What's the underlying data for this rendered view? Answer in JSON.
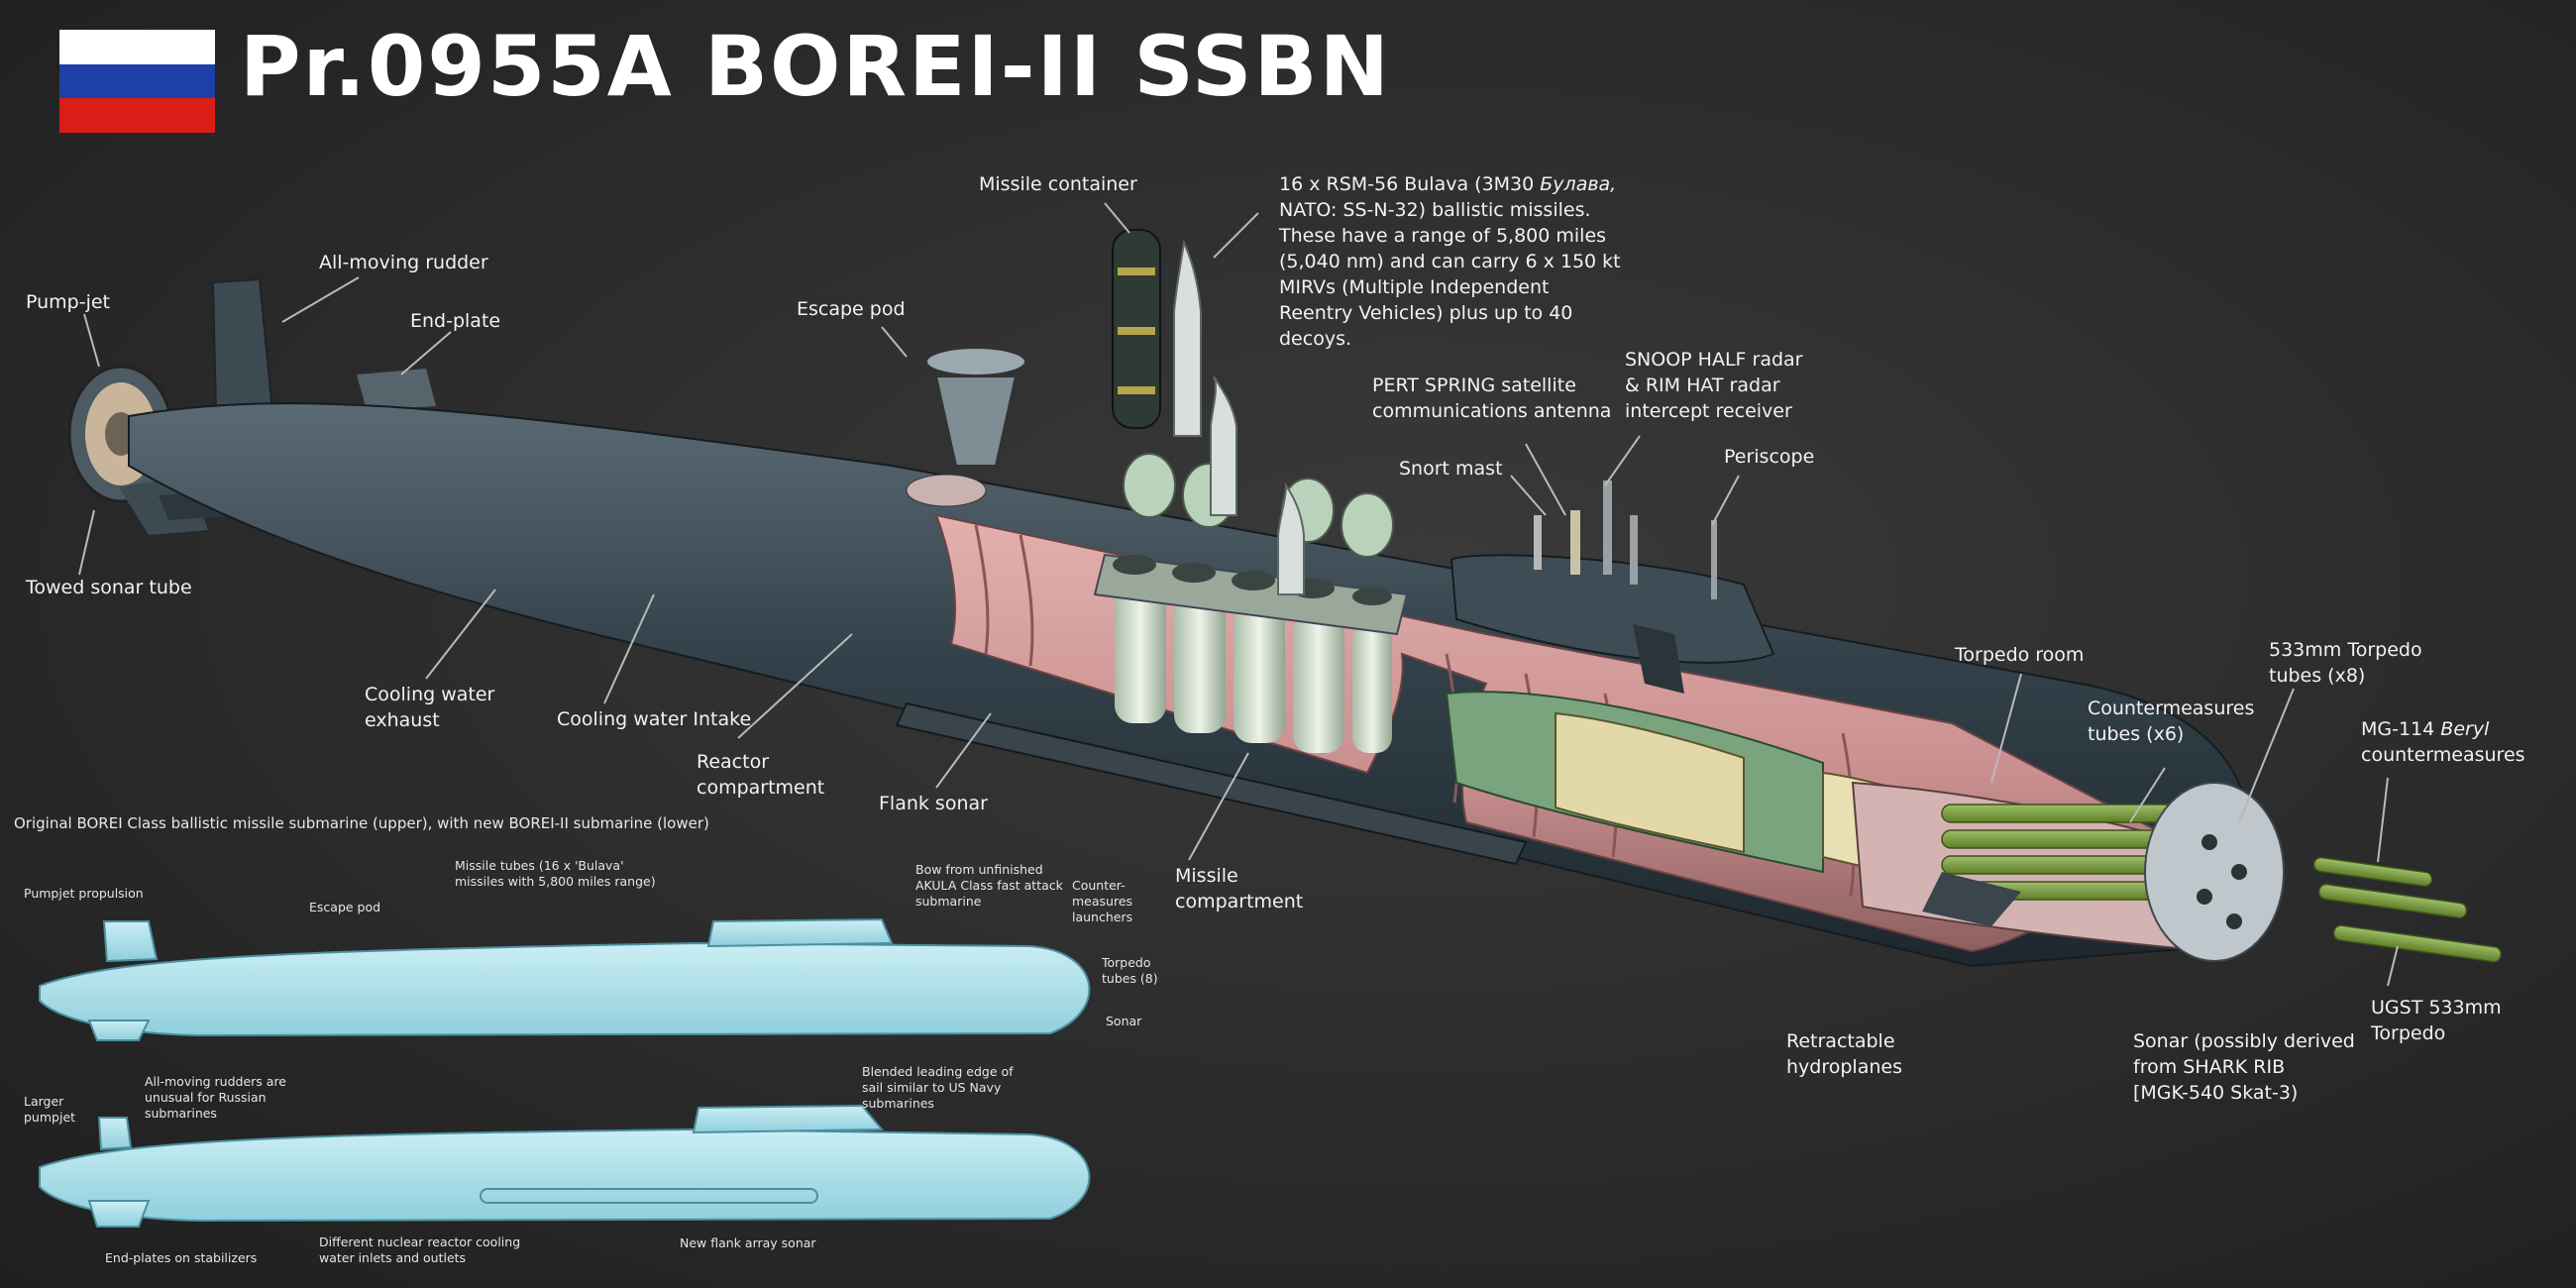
{
  "title": "Pr.0955A BOREI-II SSBN",
  "flag_colors": [
    "#ffffff",
    "#1c3fa8",
    "#d91e18"
  ],
  "colors": {
    "hull_dark": "#33414a",
    "hull_inner": "#c98f8f",
    "tube_green": "#cfe0d0",
    "profile_blue": "#aee0ea",
    "torpedo_green": "#7fa23a"
  },
  "labels": {
    "pump_jet": "Pump-jet",
    "all_moving_rudder": "All-moving rudder",
    "end_plate": "End-plate",
    "towed_sonar_tube": "Towed sonar tube",
    "cooling_water_exhaust": "Cooling water\nexhaust",
    "cooling_water_intake": "Cooling water Intake",
    "reactor_compartment": "Reactor\ncompartment",
    "flank_sonar": "Flank sonar",
    "escape_pod": "Escape pod",
    "missile_container": "Missile container",
    "missile_compartment": "Missile\ncompartment",
    "snort_mast": "Snort mast",
    "pert_spring_1": "PERT SPRING satellite",
    "pert_spring_2": "communications antenna",
    "snoop_half_1": "SNOOP HALF radar",
    "snoop_half_2": "& RIM HAT radar",
    "snoop_half_3": "intercept receiver",
    "periscope": "Periscope",
    "torpedo_room": "Torpedo room",
    "countermeasures_tubes_1": "Countermeasures",
    "countermeasures_tubes_2": "tubes (x6)",
    "torpedo_tubes_1": "533mm Torpedo",
    "torpedo_tubes_2": "tubes (x8)",
    "mg114_pre": "MG-114 ",
    "mg114_italic": "Beryl",
    "mg114_2": "countermeasures",
    "retractable_hydroplanes_1": "Retractable",
    "retractable_hydroplanes_2": "hydroplanes",
    "sonar_1": "Sonar (possibly derived",
    "sonar_2": "from  SHARK RIB",
    "sonar_3": "[MGK-540 Skat-3)",
    "ugst_1": "UGST 533mm",
    "ugst_2": "Torpedo"
  },
  "missile_text": {
    "line1_pre": "16 x RSM-56 Bulava (3M30 ",
    "line1_italic": "Булава,",
    "line2": "NATO: SS-N-32)  ballistic missiles.",
    "line3": "These have a range of 5,800 miles",
    "line4": "(5,040 nm) and can carry 6 x 150 kt",
    "line5": "MIRVs (Multiple Independent",
    "line6": "Reentry Vehicles) plus up to 40",
    "line7": "decoys."
  },
  "comparison": {
    "caption": "Original BOREI Class ballistic missile submarine (upper), with new BOREI-II submarine (lower)",
    "upper": {
      "pumpjet_propulsion": "Pumpjet propulsion",
      "escape_pod": "Escape pod",
      "missile_tubes_1": "Missile tubes (16 x 'Bulava'",
      "missile_tubes_2": "missiles with 5,800 miles range)",
      "bow_1": "Bow from unfinished",
      "bow_2": "AKULA Class fast attack",
      "bow_3": "submarine",
      "counter_1": "Counter-",
      "counter_2": "measures",
      "counter_3": "launchers",
      "torpedo_1": "Torpedo",
      "torpedo_2": "tubes (8)",
      "sonar": "Sonar"
    },
    "lower": {
      "larger_1": "Larger",
      "larger_2": "pumpjet",
      "rudders_1": "All-moving rudders are",
      "rudders_2": "unusual for Russian",
      "rudders_3": "submarines",
      "blended_1": "Blended leading edge of",
      "blended_2": "sail similar to US Navy",
      "blended_3": "submarines",
      "endplates": "End-plates on stabilizers",
      "reactor_1": "Different nuclear reactor cooling",
      "reactor_2": "water inlets and outlets",
      "flank": "New flank array sonar"
    }
  }
}
